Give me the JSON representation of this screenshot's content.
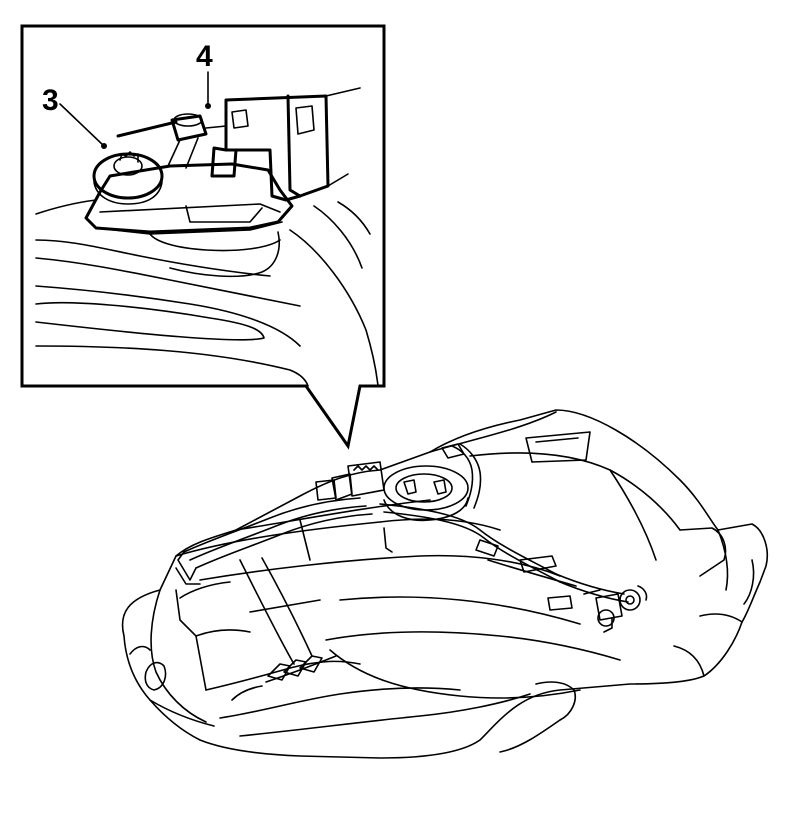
{
  "callouts": [
    {
      "id": "3",
      "label": "3"
    },
    {
      "id": "4",
      "label": "4"
    }
  ],
  "colors": {
    "line": "#000000",
    "background": "#ffffff"
  },
  "parts": {
    "inset": "detail-view-fuel-pump-flange",
    "main": "fuel-tank-assembly"
  }
}
